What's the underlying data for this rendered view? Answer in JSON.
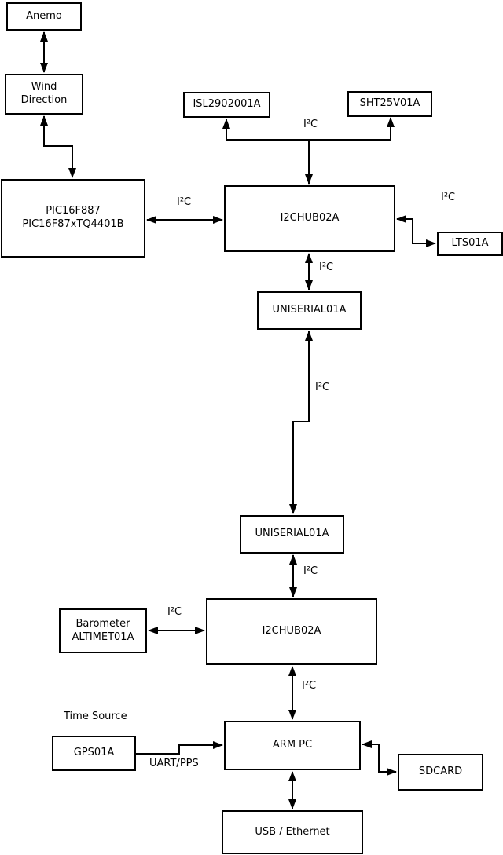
{
  "diagram": {
    "background_color": "#ffffff",
    "line_color": "#000000",
    "nodes": {
      "anemo": {
        "label": "Anemo"
      },
      "wind_direction": {
        "label": "Wind\nDirection"
      },
      "pic": {
        "label": "PIC16F887\nPIC16F87xTQ4401B"
      },
      "isl": {
        "label": "ISL2902001A"
      },
      "sht": {
        "label": "SHT25V01A"
      },
      "hub1": {
        "label": "I2CHUB02A"
      },
      "lts": {
        "label": "LTS01A"
      },
      "uniserial1": {
        "label": "UNISERIAL01A"
      },
      "uniserial2": {
        "label": "UNISERIAL01A"
      },
      "hub2": {
        "label": "I2CHUB02A"
      },
      "barometer": {
        "label": "Barometer\nALTIMET01A"
      },
      "gps": {
        "label": "GPS01A"
      },
      "armpc": {
        "label": "ARM PC"
      },
      "sdcard": {
        "label": "SDCARD"
      },
      "usb": {
        "label": "USB / Ethernet"
      }
    },
    "edge_labels": {
      "i2c_branch": "I²C",
      "i2c_pic_hub1": "I²C",
      "i2c_lts": "I²C",
      "i2c_hub1_uni1": "I²C",
      "i2c_long_line": "I²C",
      "i2c_uni2_hub2": "I²C",
      "i2c_baro_hub2": "I²C",
      "i2c_hub2_arm": "I²C",
      "time_source": "Time Source",
      "uart_pps": "UART/PPS"
    },
    "connections": [
      {
        "from": "Anemo",
        "to": "Wind Direction",
        "bidirectional": true
      },
      {
        "from": "Wind Direction",
        "to": "PIC16F887 PIC16F87xTQ4401B",
        "bidirectional": true
      },
      {
        "from": "PIC16F887 PIC16F87xTQ4401B",
        "to": "I2CHUB02A (upper)",
        "label": "I²C",
        "bidirectional": true
      },
      {
        "from": "I2CHUB02A (upper)",
        "to": "ISL2902001A",
        "label": "I²C",
        "bidirectional": false
      },
      {
        "from": "I2CHUB02A (upper)",
        "to": "SHT25V01A",
        "label": "I²C",
        "bidirectional": false
      },
      {
        "from": "I2CHUB02A (upper)",
        "to": "LTS01A",
        "label": "I²C",
        "bidirectional": true
      },
      {
        "from": "I2CHUB02A (upper)",
        "to": "UNISERIAL01A (upper)",
        "label": "I²C",
        "bidirectional": true
      },
      {
        "from": "UNISERIAL01A (upper)",
        "to": "UNISERIAL01A (lower)",
        "label": "I²C",
        "bidirectional": true
      },
      {
        "from": "UNISERIAL01A (lower)",
        "to": "I2CHUB02A (lower)",
        "label": "I²C",
        "bidirectional": true
      },
      {
        "from": "Barometer ALTIMET01A",
        "to": "I2CHUB02A (lower)",
        "label": "I²C",
        "bidirectional": true
      },
      {
        "from": "I2CHUB02A (lower)",
        "to": "ARM PC",
        "label": "I²C",
        "bidirectional": true
      },
      {
        "from": "GPS01A",
        "to": "ARM PC",
        "label": "UART/PPS",
        "bidirectional": false
      },
      {
        "from": "ARM PC",
        "to": "SDCARD",
        "bidirectional": true
      },
      {
        "from": "ARM PC",
        "to": "USB / Ethernet",
        "bidirectional": true
      }
    ]
  }
}
